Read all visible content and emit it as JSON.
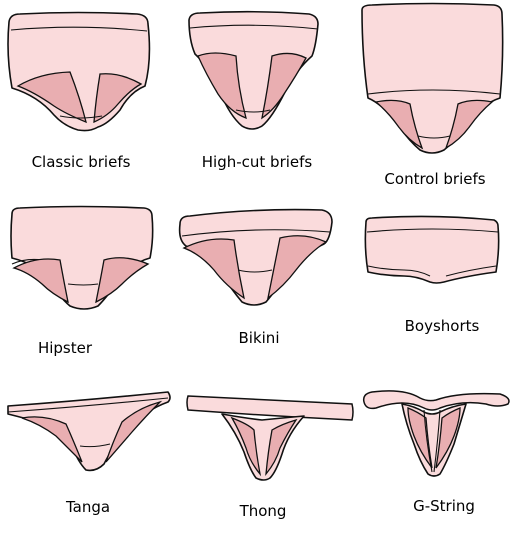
{
  "colors": {
    "fabric": "#fadbdc",
    "fabric_shadow": "#e9aeb1",
    "outline": "#111111",
    "background": "#ffffff"
  },
  "items": [
    {
      "label": "Classic briefs",
      "icon": "classic-briefs-icon"
    },
    {
      "label": "High-cut briefs",
      "icon": "high-cut-briefs-icon"
    },
    {
      "label": "Control briefs",
      "icon": "control-briefs-icon"
    },
    {
      "label": "Hipster",
      "icon": "hipster-icon"
    },
    {
      "label": "Bikini",
      "icon": "bikini-icon"
    },
    {
      "label": "Boyshorts",
      "icon": "boyshorts-icon"
    },
    {
      "label": "Tanga",
      "icon": "tanga-icon"
    },
    {
      "label": "Thong",
      "icon": "thong-icon"
    },
    {
      "label": "G-String",
      "icon": "g-string-icon"
    }
  ]
}
